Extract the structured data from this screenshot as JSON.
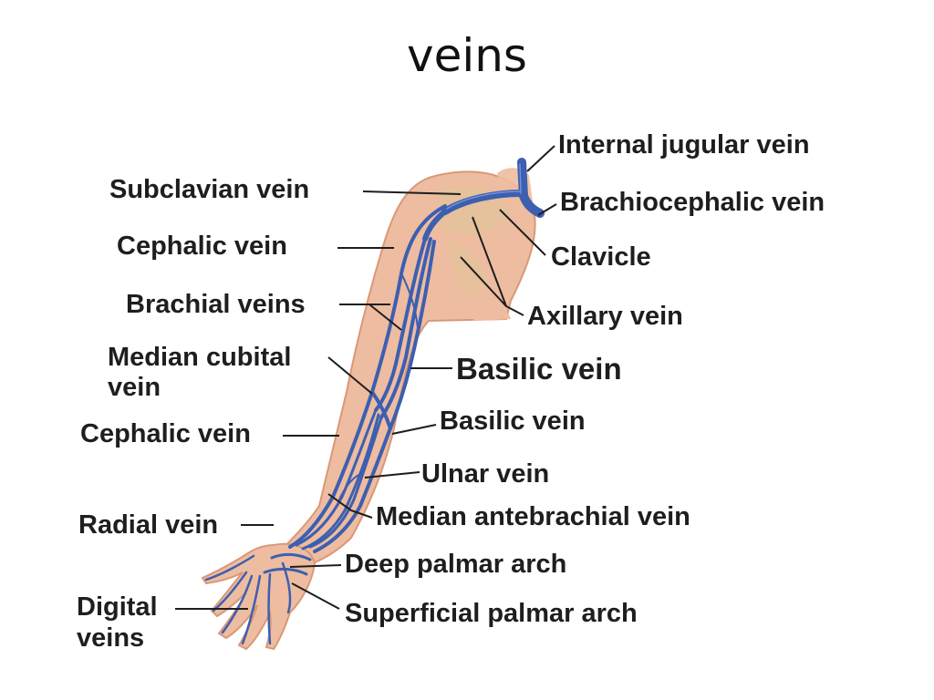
{
  "title": "veins",
  "colors": {
    "vein": "#3d5fb0",
    "vein_highlight": "#7f9ee0",
    "skin": "#eebca0",
    "skin_shadow": "#d99878",
    "bone": "#e3c39a",
    "leader": "#1e1e1e",
    "text": "#1e1e1e"
  },
  "labels": {
    "internal_jugular_vein": "Internal jugular vein",
    "subclavian_vein": "Subclavian vein",
    "brachiocephalic_vein": "Brachiocephalic vein",
    "cephalic_vein_upper": "Cephalic vein",
    "clavicle": "Clavicle",
    "brachial_veins": "Brachial veins",
    "axillary_vein": "Axillary vein",
    "median_cubital_vein_line1": "Median cubital",
    "median_cubital_vein_line2": "vein",
    "basilic_vein_upper": "Basilic vein",
    "cephalic_vein_lower": "Cephalic vein",
    "basilic_vein_lower": "Basilic vein",
    "ulnar_vein": "Ulnar vein",
    "radial_vein": "Radial vein",
    "median_antebrachial_vein": "Median antebrachial vein",
    "deep_palmar_arch": "Deep palmar arch",
    "digital_veins_line1": "Digital",
    "digital_veins_line2": "veins",
    "superficial_palmar_arch": "Superficial palmar arch"
  }
}
